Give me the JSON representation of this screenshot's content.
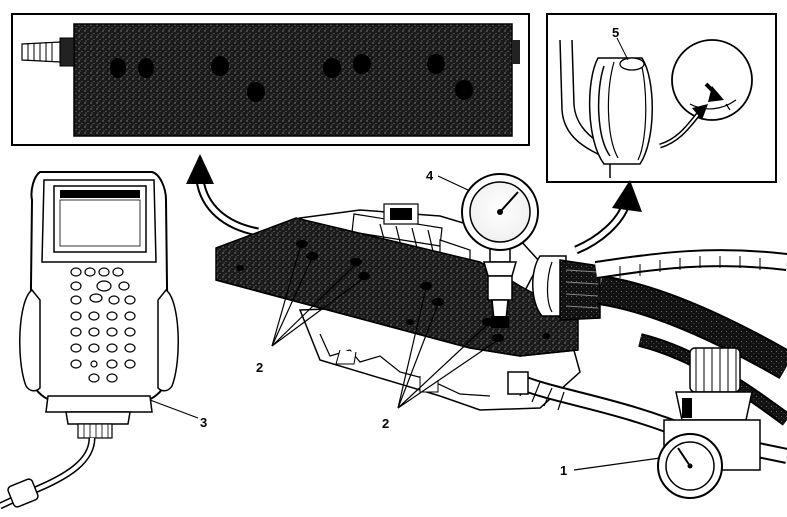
{
  "figure": {
    "callouts": [
      {
        "id": "1",
        "label": "1",
        "part": "air-pressure-regulator"
      },
      {
        "id": "2a",
        "label": "2",
        "part": "test-port"
      },
      {
        "id": "2b",
        "label": "2",
        "part": "test-port"
      },
      {
        "id": "3",
        "label": "3",
        "part": "scan-tool"
      },
      {
        "id": "4",
        "label": "4",
        "part": "pressure-gauge"
      },
      {
        "id": "5",
        "label": "5",
        "part": "seal"
      }
    ]
  }
}
